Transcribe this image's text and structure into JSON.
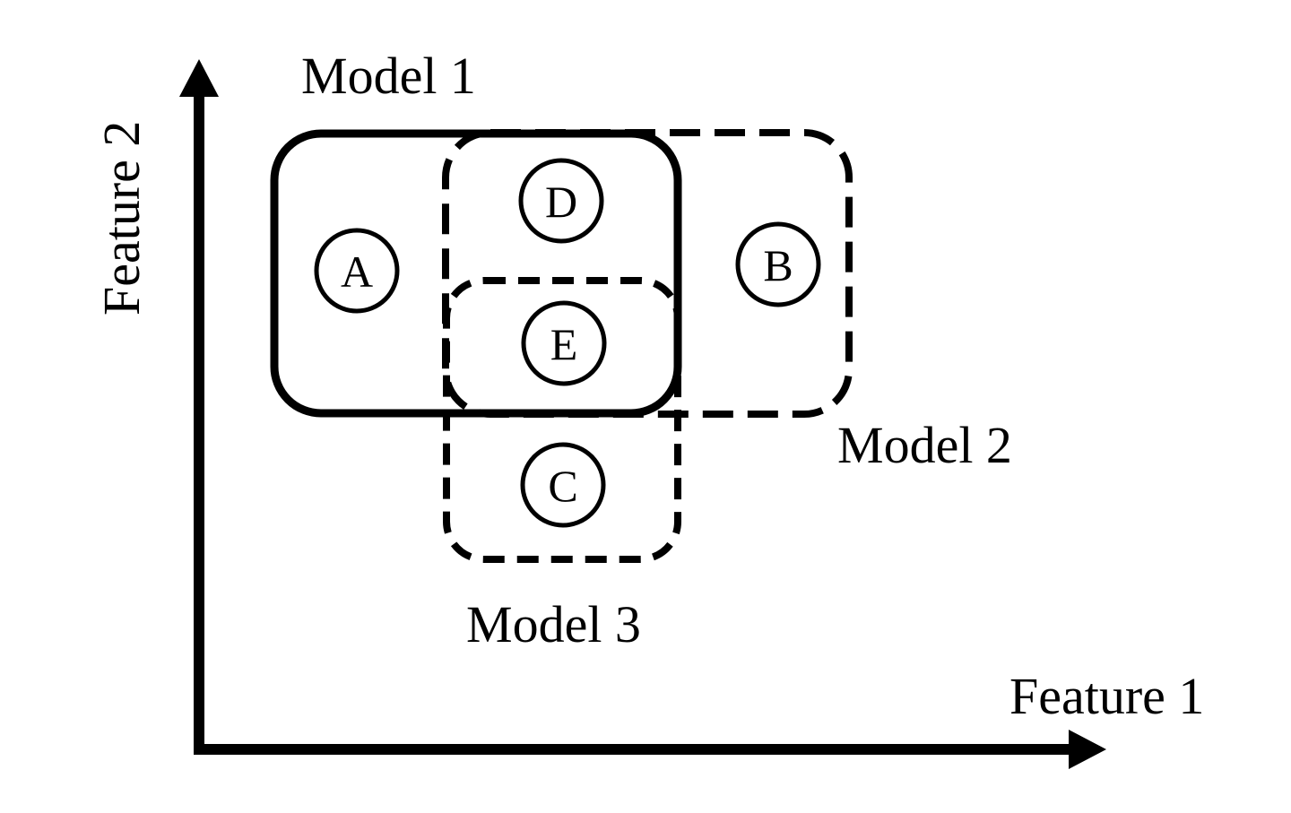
{
  "axes": {
    "x_label": "Feature 1",
    "y_label": "Feature 2"
  },
  "models": [
    {
      "id": "model-1",
      "label": "Model 1",
      "border": "solid"
    },
    {
      "id": "model-2",
      "label": "Model 2",
      "border": "dashed"
    },
    {
      "id": "model-3",
      "label": "Model 3",
      "border": "dashed"
    }
  ],
  "nodes": [
    {
      "id": "a",
      "label": "A"
    },
    {
      "id": "b",
      "label": "B"
    },
    {
      "id": "c",
      "label": "C"
    },
    {
      "id": "d",
      "label": "D"
    },
    {
      "id": "e",
      "label": "E"
    }
  ],
  "colors": {
    "stroke": "#000000",
    "background": "#ffffff"
  }
}
